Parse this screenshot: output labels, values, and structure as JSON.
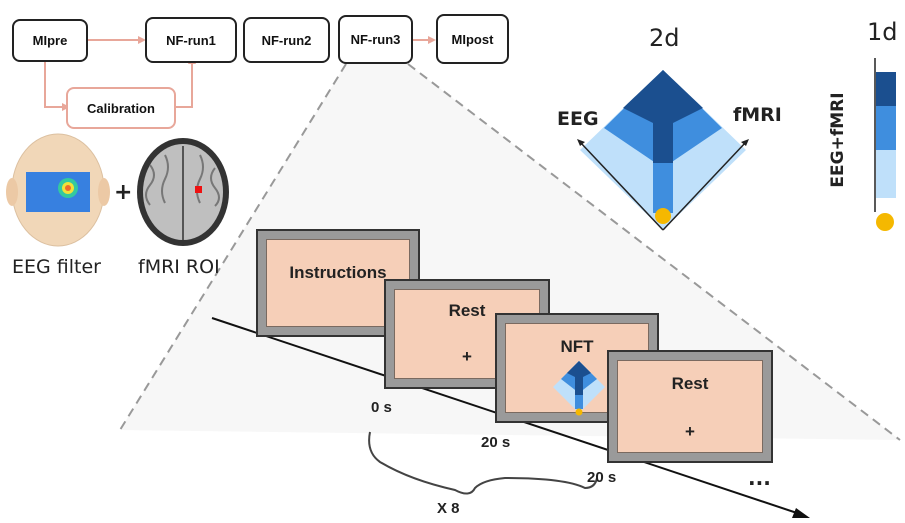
{
  "pipeline": {
    "mipre": "MIpre",
    "nf_run1": "NF-run1",
    "nf_run2": "NF-run2",
    "nf_run3": "NF-run3",
    "mipost": "MIpost",
    "calibration": "Calibration"
  },
  "inputs": {
    "eeg_filter": "EEG filter",
    "plus": "+",
    "fmri_roi": "fMRI ROI"
  },
  "feedback_2d": {
    "title": "2d",
    "left_axis": "EEG",
    "right_axis": "fMRI"
  },
  "feedback_1d": {
    "title": "1d",
    "axis": "EEG+fMRI"
  },
  "timeline": {
    "instructions": "Instructions",
    "rest1_title": "Rest",
    "rest1_cross": "+",
    "nft_title": "NFT",
    "rest2_title": "Rest",
    "rest2_cross": "+",
    "t0": "0 s",
    "t20a": "20 s",
    "t20b": "20 s",
    "ellipsis": "...",
    "repeat": "X 8"
  },
  "colors": {
    "dark_blue": "#1b4f8f",
    "mid_blue": "#3f8ede",
    "light_blue": "#bfe0fa",
    "dot": "#f5b800",
    "salmon": "#e8a79a"
  }
}
